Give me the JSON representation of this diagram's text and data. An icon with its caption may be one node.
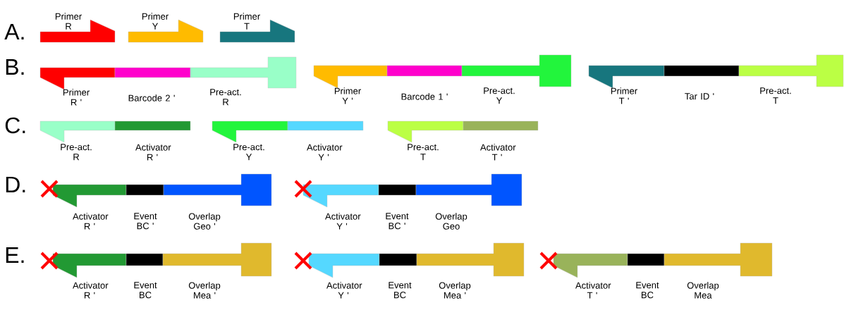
{
  "diagram": {
    "nodes": [
      {
        "text": [
          "Primer R"
        ]
      },
      {
        "text": [
          "Primer Y"
        ]
      },
      {
        "text": [
          "Primer T"
        ]
      },
      {
        "text": [
          "Primer R '"
        ]
      },
      {
        "text": [
          "Barcode 2 '"
        ]
      },
      {
        "text": [
          "Pre-act. R"
        ]
      },
      {
        "text": [
          "Primer Y '"
        ]
      },
      {
        "text": [
          "Barcode 1 '"
        ]
      },
      {
        "text": [
          "Pre-act. Y"
        ]
      },
      {
        "text": [
          "Primer T '"
        ]
      },
      {
        "text": [
          "Tar ID '"
        ]
      },
      {
        "text": [
          "Pre-act. T"
        ]
      },
      {
        "text": [
          "Pre-act. R"
        ]
      },
      {
        "text": [
          "Activator R '"
        ]
      },
      {
        "text": [
          "Pre-act. Y"
        ]
      },
      {
        "text": [
          "Activator Y '"
        ]
      },
      {
        "text": [
          "Pre-act. T"
        ]
      },
      {
        "text": [
          "Activator T '"
        ]
      },
      {
        "text": [
          "Activator R '"
        ]
      },
      {
        "text": [
          "Event BC '"
        ]
      },
      {
        "text": [
          "Overlap Geo '"
        ]
      },
      {
        "text": [
          "Activator Y '"
        ]
      },
      {
        "text": [
          "Event BC '"
        ]
      },
      {
        "text": [
          "Overlap Geo"
        ]
      },
      {
        "text": [
          "Activator R '"
        ]
      },
      {
        "text": [
          "Event BC"
        ]
      },
      {
        "text": [
          "Overlap Mea '"
        ]
      },
      {
        "text": [
          "Activator Y '"
        ]
      },
      {
        "text": [
          "Event BC"
        ]
      },
      {
        "text": [
          "Overlap Mea '"
        ]
      },
      {
        "text": [
          "Activator T '"
        ]
      },
      {
        "text": [
          "Event BC"
        ]
      },
      {
        "text": [
          "Overlap Mea"
        ]
      }
    ],
    "labels": [
      "A.",
      "B.",
      "C.",
      "D.",
      "E."
    ]
  }
}
